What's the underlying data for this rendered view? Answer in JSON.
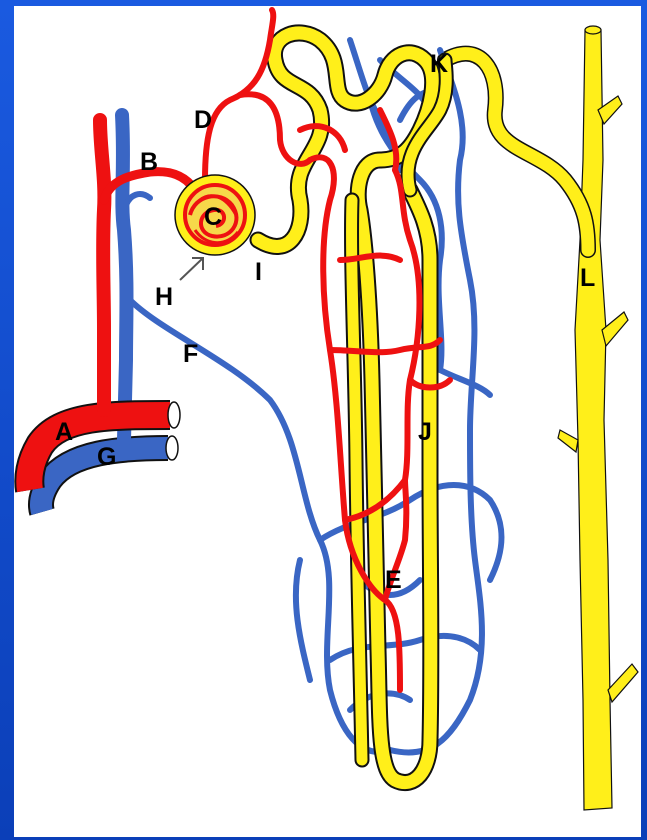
{
  "labels": {
    "A": "A",
    "B": "B",
    "C": "C",
    "D": "D",
    "E": "E",
    "F": "F",
    "G": "G",
    "H": "H",
    "I": "I",
    "J": "J",
    "K": "K",
    "L": "L"
  },
  "colors": {
    "background": "#0b3fb8",
    "panel": "#ffffff",
    "artery": "#ee1111",
    "vein": "#3a66c4",
    "tubule": "#ffef1a",
    "outline": "#111111"
  }
}
